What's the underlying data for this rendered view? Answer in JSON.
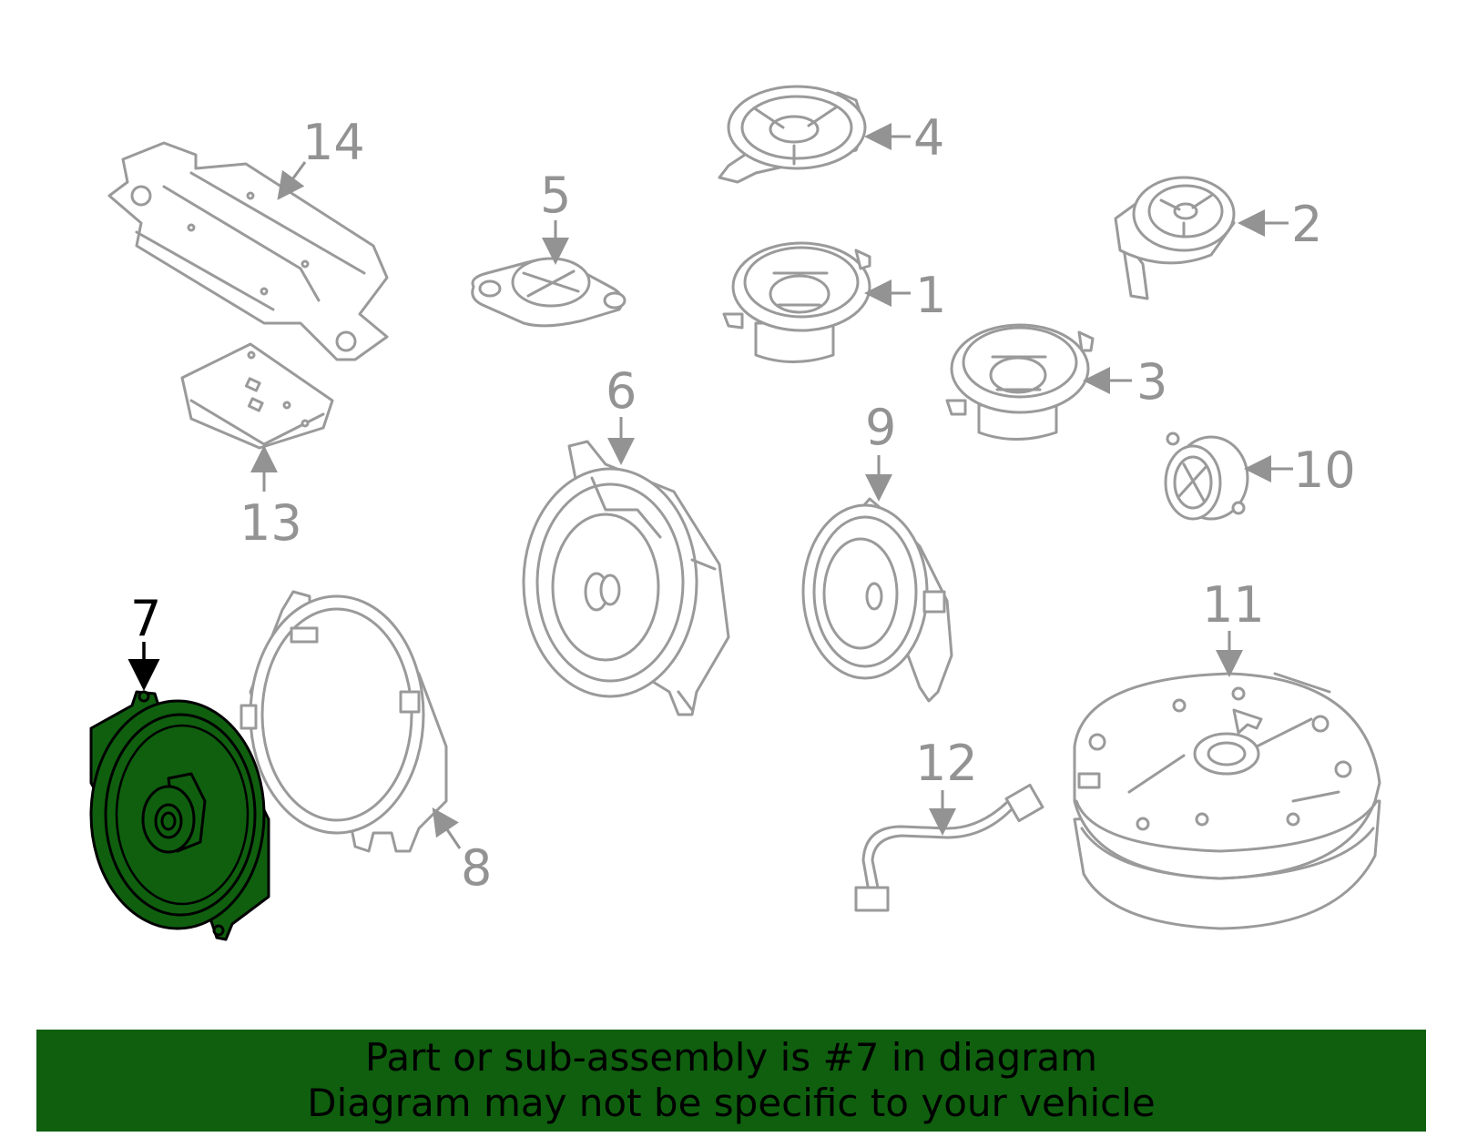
{
  "colors": {
    "banner_background": "#0f5f0f",
    "highlight_fill": "#0f5f0f",
    "part_stroke": "#9a9a9a",
    "label_gray": "#939393",
    "highlight_label": "#000000"
  },
  "labels": {
    "p1": "1",
    "p2": "2",
    "p3": "3",
    "p4": "4",
    "p5": "5",
    "p6": "6",
    "p7": "7",
    "p8": "8",
    "p9": "9",
    "p10": "10",
    "p11": "11",
    "p12": "12",
    "p13": "13",
    "p14": "14"
  },
  "highlighted_part": "7",
  "banner": {
    "line1": "Part or sub-assembly is #7 in diagram",
    "line2": "Diagram may not be specific to your vehicle"
  }
}
